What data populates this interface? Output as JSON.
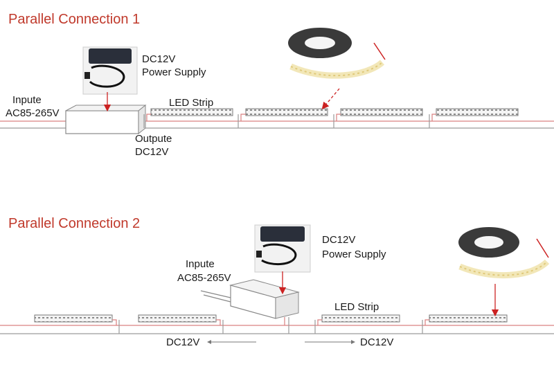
{
  "diagram1": {
    "title": "Parallel Connection 1",
    "supply_line1": "DC12V",
    "supply_line2": "Power Supply",
    "input_line1": "Inpute",
    "input_line2": "AC85-265V",
    "output_line1": "Outpute",
    "output_line2": "DC12V",
    "strip_label": "LED Strip"
  },
  "diagram2": {
    "title": "Parallel Connection 2",
    "supply_line1": "DC12V",
    "supply_line2": "Power Supply",
    "input_line1": "Inpute",
    "input_line2": "AC85-265V",
    "strip_label": "LED Strip",
    "left_output": "DC12V",
    "right_output": "DC12V"
  },
  "colors": {
    "heading": "#c0392b",
    "wire_red": "#d98080",
    "wire_gray": "#9a9a9a",
    "arrow_red": "#cc2222"
  }
}
